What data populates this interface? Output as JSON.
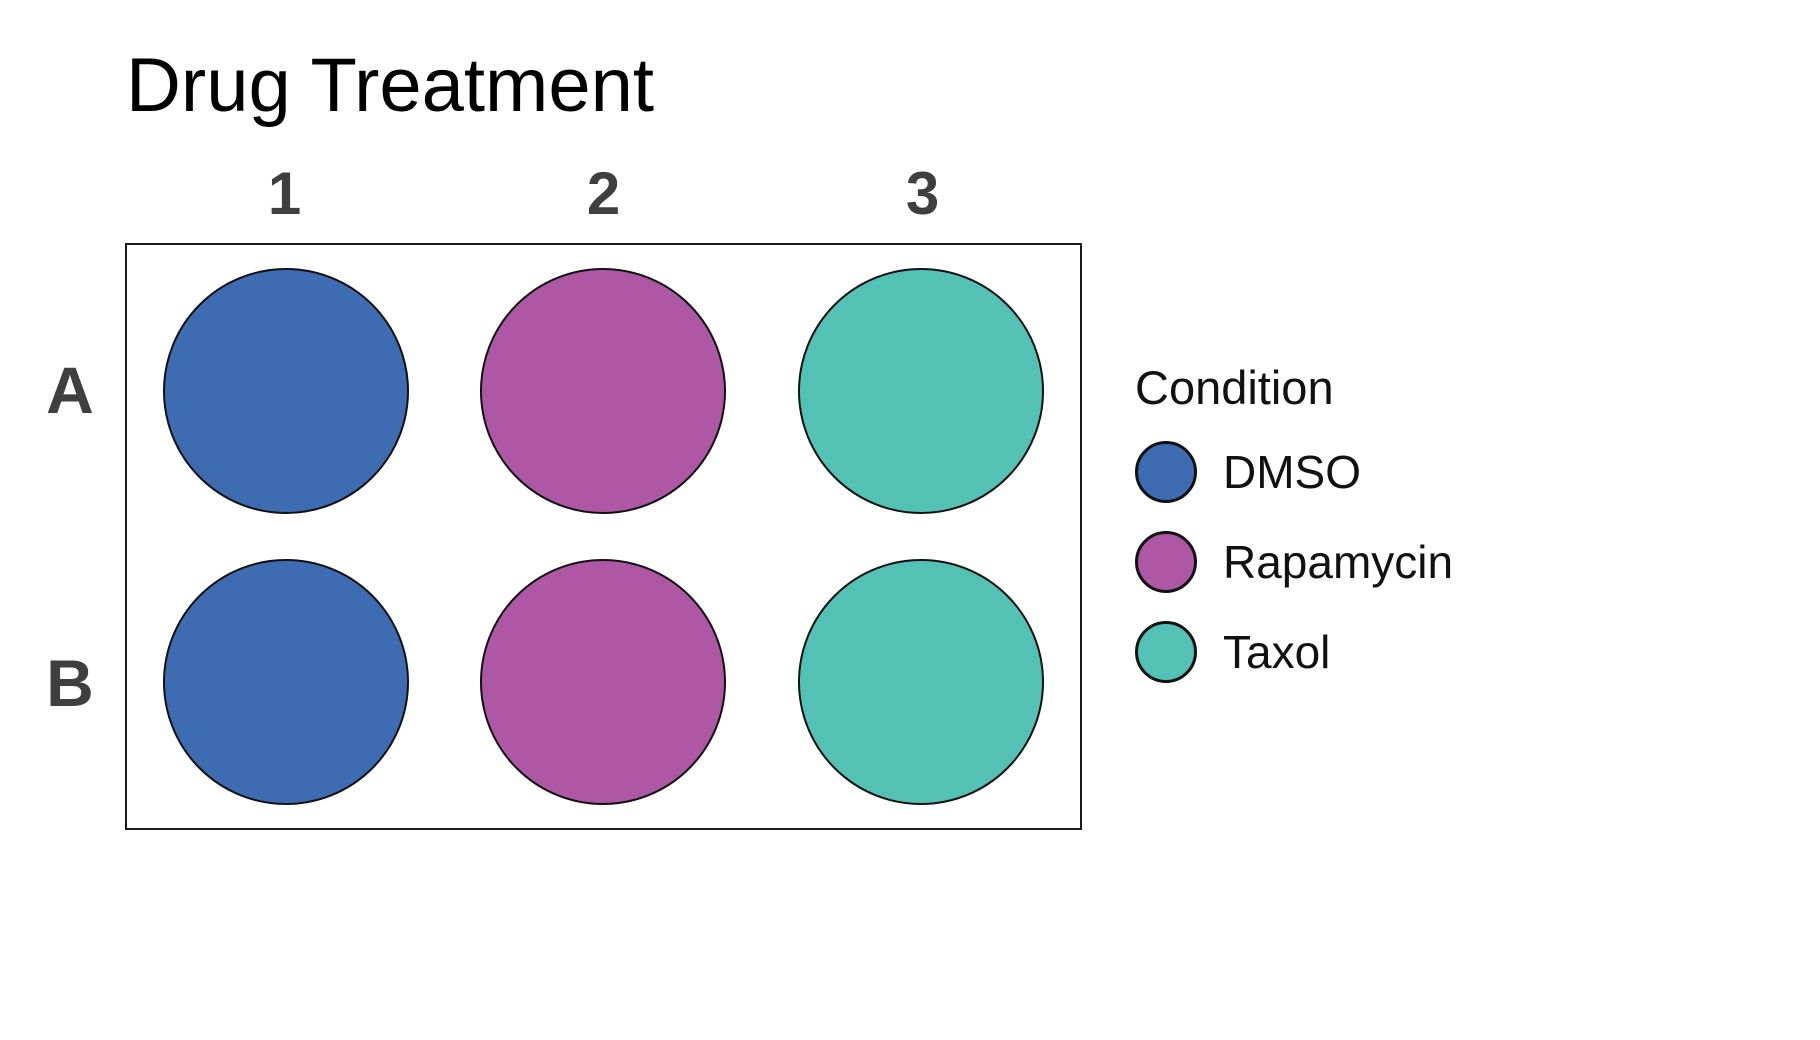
{
  "title": "Drug Treatment",
  "plate": {
    "columns": [
      "1",
      "2",
      "3"
    ],
    "rows": [
      "A",
      "B"
    ]
  },
  "legend": {
    "title": "Condition",
    "items": [
      {
        "label": "DMSO",
        "color": "#3e6cb3"
      },
      {
        "label": "Rapamycin",
        "color": "#ad57a5"
      },
      {
        "label": "Taxol",
        "color": "#53c2b5"
      }
    ]
  },
  "chart_data": {
    "type": "table",
    "title": "Drug Treatment",
    "rows": [
      "A",
      "B"
    ],
    "columns": [
      "1",
      "2",
      "3"
    ],
    "wells": [
      {
        "well": "A1",
        "row": "A",
        "column": "1",
        "condition": "DMSO",
        "color": "#3e6cb3"
      },
      {
        "well": "A2",
        "row": "A",
        "column": "2",
        "condition": "Rapamycin",
        "color": "#ad57a5"
      },
      {
        "well": "A3",
        "row": "A",
        "column": "3",
        "condition": "Taxol",
        "color": "#53c2b5"
      },
      {
        "well": "B1",
        "row": "B",
        "column": "1",
        "condition": "DMSO",
        "color": "#3e6cb3"
      },
      {
        "well": "B2",
        "row": "B",
        "column": "2",
        "condition": "Rapamycin",
        "color": "#ad57a5"
      },
      {
        "well": "B3",
        "row": "B",
        "column": "3",
        "condition": "Taxol",
        "color": "#53c2b5"
      }
    ],
    "legend_title": "Condition",
    "legend_entries": [
      "DMSO",
      "Rapamycin",
      "Taxol"
    ],
    "layout": {
      "grid": "2x3 well plate",
      "legend_position": "right"
    }
  }
}
